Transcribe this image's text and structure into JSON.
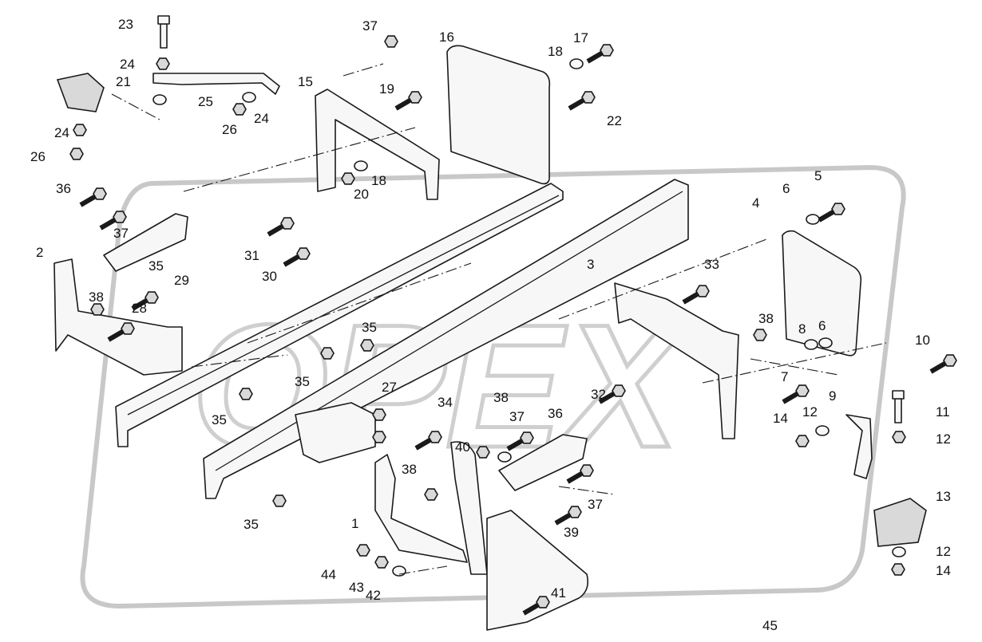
{
  "diagram": {
    "watermark_text": "OPEX",
    "corner_mark": "",
    "labels": [
      "1",
      "2",
      "3",
      "4",
      "5",
      "6",
      "6",
      "7",
      "8",
      "9",
      "10",
      "11",
      "12",
      "12",
      "12",
      "13",
      "14",
      "14",
      "15",
      "16",
      "17",
      "18",
      "18",
      "19",
      "20",
      "21",
      "22",
      "23",
      "24",
      "24",
      "24",
      "25",
      "26",
      "26",
      "27",
      "28",
      "29",
      "30",
      "31",
      "32",
      "33",
      "34",
      "35",
      "35",
      "35",
      "35",
      "35",
      "36",
      "36",
      "37",
      "37",
      "37",
      "37",
      "38",
      "38",
      "38",
      "38",
      "39",
      "40",
      "41",
      "42",
      "43",
      "44",
      "45"
    ]
  }
}
